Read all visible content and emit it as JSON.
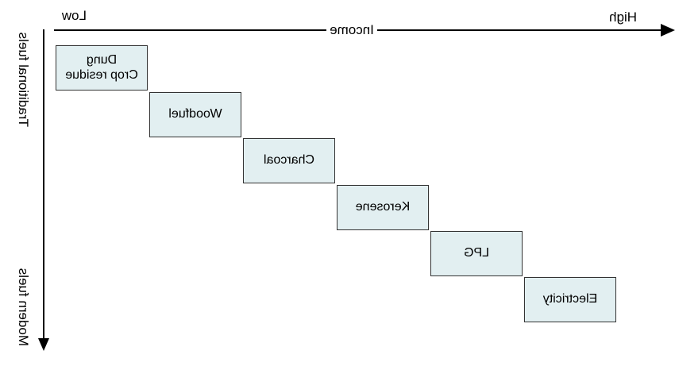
{
  "axes": {
    "horizontal": {
      "title": "Income",
      "start_label": "Low",
      "end_label": "High"
    },
    "vertical": {
      "top_label": "Traditional fuels",
      "bottom_label": "Modern fuels"
    }
  },
  "fuels": [
    {
      "label": "Dung\nCrop residue"
    },
    {
      "label": "Woodfuel"
    },
    {
      "label": "Charcoal"
    },
    {
      "label": "Kerosene"
    },
    {
      "label": "LPG"
    },
    {
      "label": "Electricity"
    }
  ],
  "colors": {
    "box_fill": "#e2eff1",
    "box_border": "#333333",
    "axis": "#000000"
  },
  "rendering": {
    "mirrored_horizontally": true
  }
}
